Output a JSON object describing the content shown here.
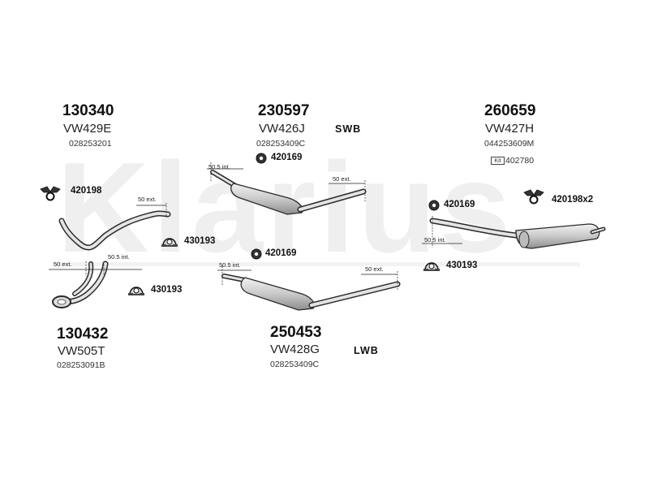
{
  "watermark": "Klarius",
  "variants": {
    "swb": "SWB",
    "lwb": "LWB"
  },
  "parts": {
    "front_pipe": {
      "part_number": "130432",
      "ref": "VW505T",
      "oem": "028253091B"
    },
    "front_link": {
      "part_number": "130340",
      "ref": "VW429E",
      "oem": "028253201"
    },
    "mid_swb": {
      "part_number": "230597",
      "ref": "VW426J",
      "oem": "028253409C"
    },
    "mid_lwb": {
      "part_number": "250453",
      "ref": "VW428G",
      "oem": "028253409C"
    },
    "rear_box": {
      "part_number": "260659",
      "ref": "VW427H",
      "oem": "044253609M",
      "kit_label": "Kit",
      "kit_number": "402780"
    }
  },
  "accessories": {
    "hanger_front": "420198",
    "hanger_rear": "420198x2",
    "clamp_front": "430193",
    "clamp_front_lower": "430193",
    "clamp_rear": "430193",
    "ring_swb": "420169",
    "ring_mid": "420169",
    "ring_rear": "420169"
  },
  "dimensions": {
    "front_ext": "50 ext.",
    "front_int": "50.5 int.",
    "link_ext": "50 ext.",
    "swb_int": "50.5 int.",
    "swb_ext": "50 ext.",
    "lwb_int": "50.5 int.",
    "lwb_ext": "50 ext.",
    "rear_int": "50.5 int."
  }
}
